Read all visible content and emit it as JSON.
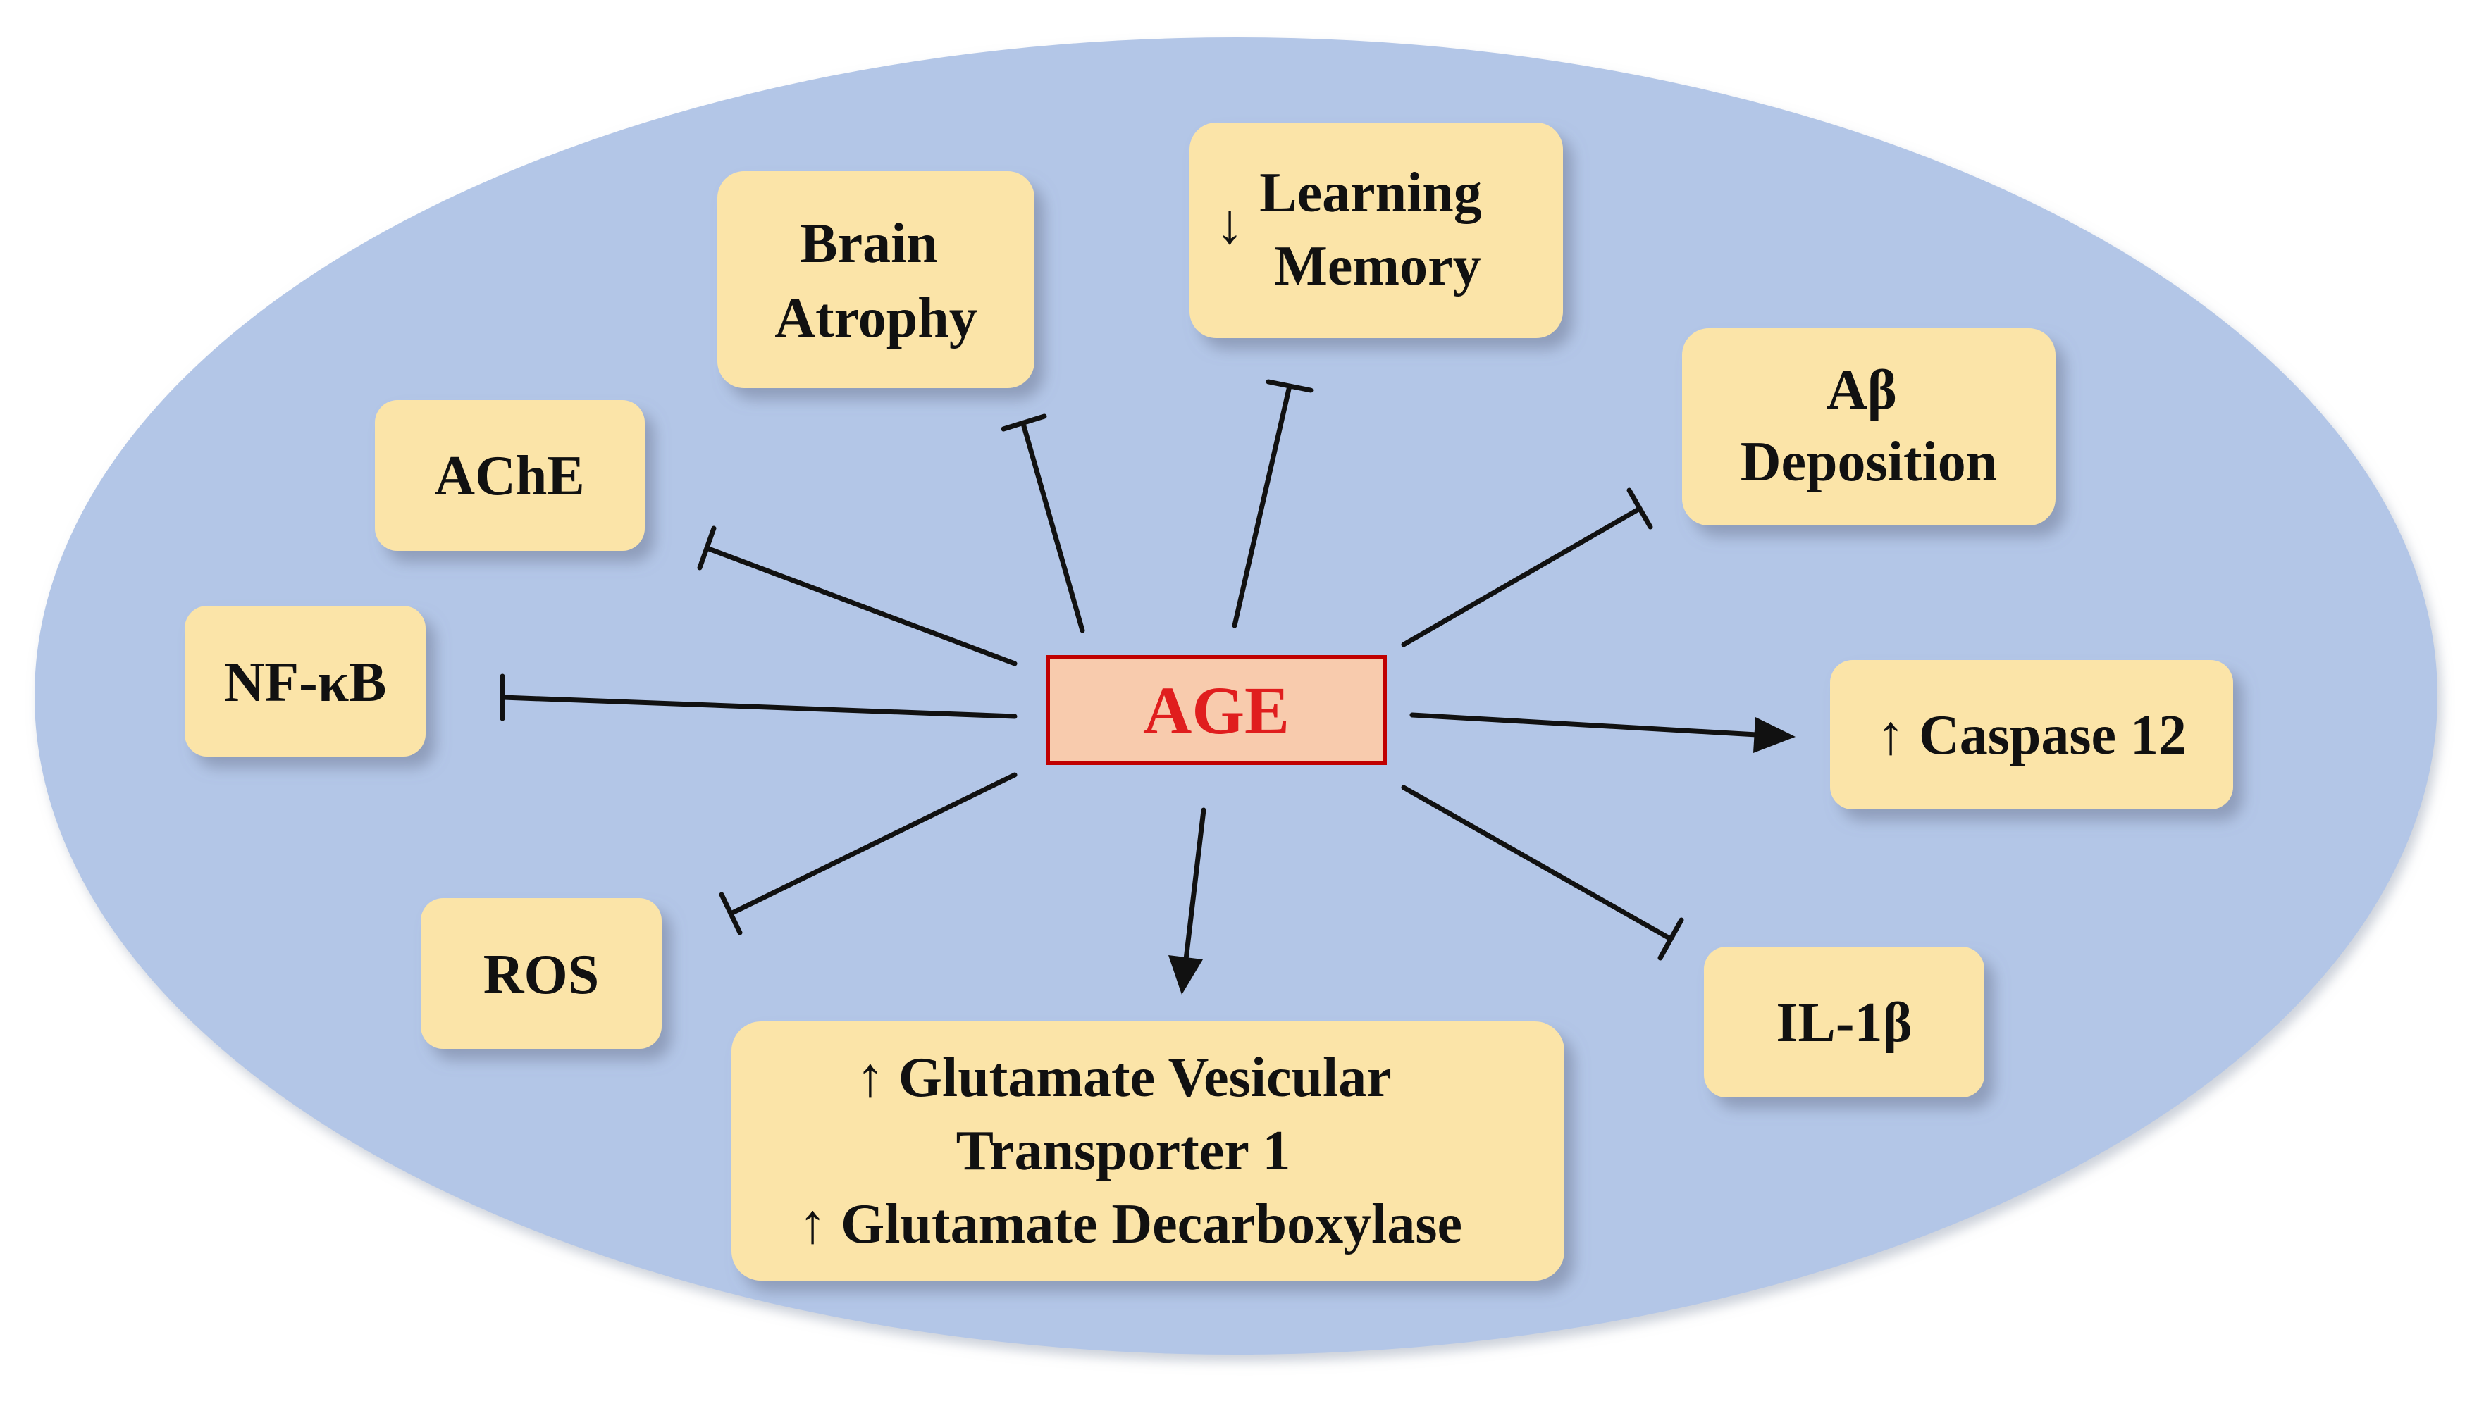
{
  "center": {
    "label": "AGE"
  },
  "nodes": {
    "brain_atrophy": {
      "lines": [
        "Brain",
        "Atrophy"
      ]
    },
    "learning_memory": {
      "arrow": "↓",
      "lines": [
        "Learning",
        "Memory"
      ]
    },
    "abeta": {
      "lines": [
        "Aβ",
        "Deposition"
      ]
    },
    "ache": {
      "lines": [
        "AChE"
      ]
    },
    "nfkb": {
      "lines": [
        "NF-κB"
      ]
    },
    "caspase": {
      "lines": [
        "↑ Caspase 12"
      ]
    },
    "ros": {
      "lines": [
        "ROS"
      ]
    },
    "glutamate": {
      "lines": [
        "↑ Glutamate Vesicular",
        "Transporter 1",
        "↑ Glutamate Decarboxylase"
      ]
    },
    "il1b": {
      "lines": [
        "IL-1β"
      ]
    }
  },
  "edges": [
    {
      "target": "brain_atrophy",
      "effect": "inhibits"
    },
    {
      "target": "learning_memory",
      "effect": "inhibits"
    },
    {
      "target": "abeta",
      "effect": "inhibits"
    },
    {
      "target": "ache",
      "effect": "inhibits"
    },
    {
      "target": "nfkb",
      "effect": "inhibits"
    },
    {
      "target": "caspase",
      "effect": "activates"
    },
    {
      "target": "ros",
      "effect": "inhibits"
    },
    {
      "target": "glutamate",
      "effect": "activates"
    },
    {
      "target": "il1b",
      "effect": "inhibits"
    }
  ],
  "colors": {
    "background_ellipse": "#b3c6e7",
    "node_fill": "#fbe4a8",
    "center_fill": "#f8cbad",
    "center_border": "#c00000",
    "center_text": "#e01e1e",
    "edge": "#111111"
  }
}
